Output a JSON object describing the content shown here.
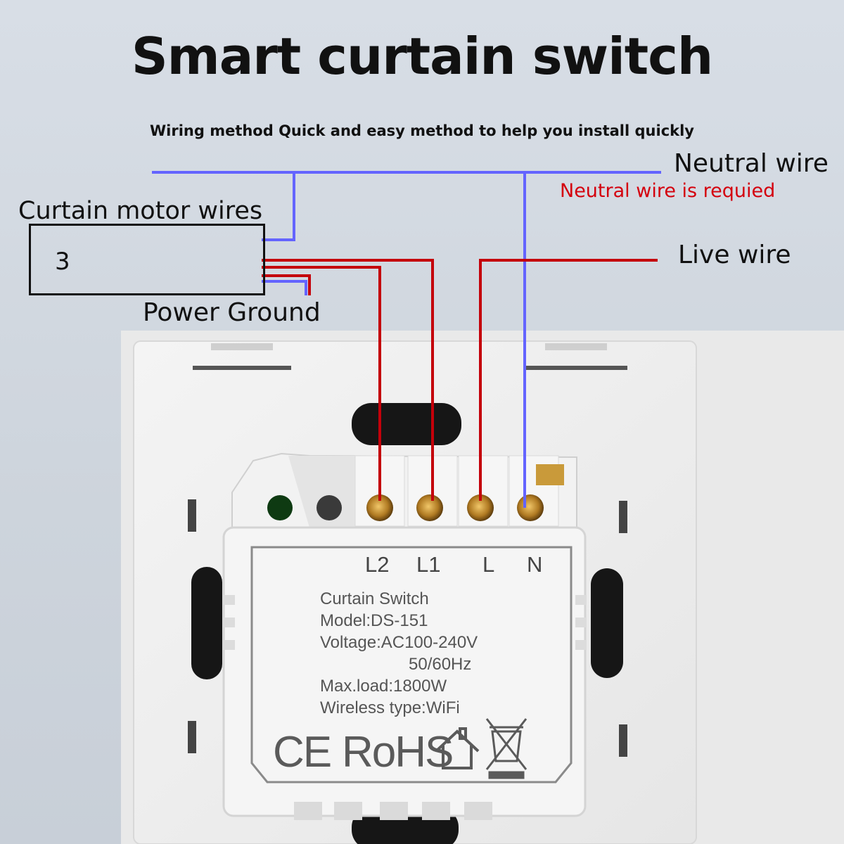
{
  "header": {
    "title": "Smart curtain switch",
    "subtitle": "Wiring method Quick and easy method to help you install quickly"
  },
  "labels": {
    "neutral_wire": "Neutral wire",
    "neutral_note": "Neutral wire is requied",
    "motor_wires": "Curtain motor wires",
    "motor_box_number": "3",
    "live_wire": "Live wire",
    "power_ground": "Power Ground"
  },
  "terminals": [
    "L2",
    "L1",
    "L",
    "N"
  ],
  "device_label": {
    "line1": "Curtain Switch",
    "line2": "Model:DS-151",
    "line3": "Voltage:AC100-240V",
    "line4": "50/60Hz",
    "line5": "Max.load:1800W",
    "line6": "Wireless type:WiFi"
  },
  "certifications": {
    "ce": "CE",
    "rohs": "RoHS"
  },
  "colors": {
    "neutral_wire": "#6464ff",
    "live_wire": "#c4000a",
    "note_text": "#d4000d"
  },
  "icons": [
    "house-icon",
    "weee-bin-icon"
  ]
}
